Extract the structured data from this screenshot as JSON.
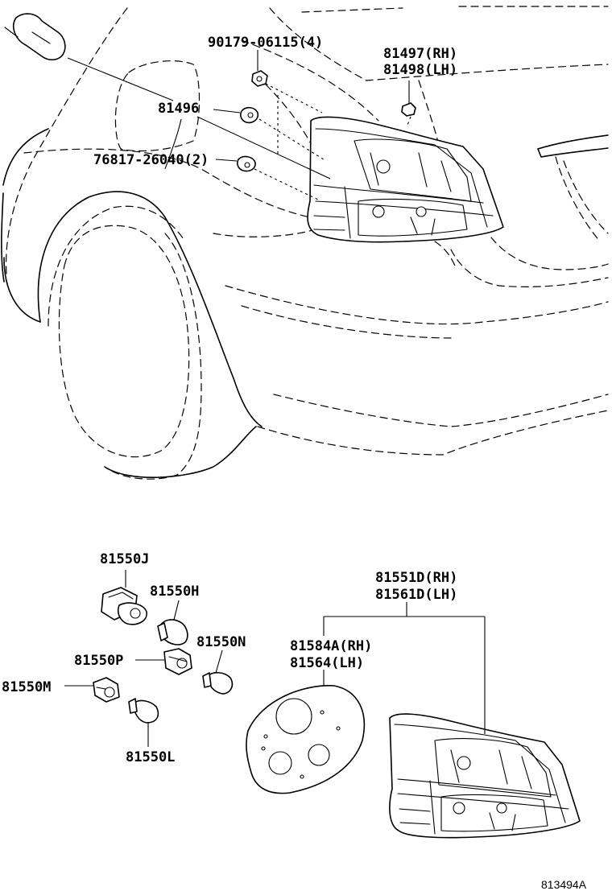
{
  "diagram": {
    "labels": {
      "p90179": "90179-06115(4)",
      "p81497": "81497(RH)",
      "p81498": "81498(LH)",
      "p81496": "81496",
      "p76817": "76817-26040(2)",
      "p81550J": "81550J",
      "p81550H": "81550H",
      "p81550N": "81550N",
      "p81550P": "81550P",
      "p81550M": "81550M",
      "p81550L": "81550L",
      "p81551D": "81551D(RH)",
      "p81561D": "81561D(LH)",
      "p81584A": "81584A(RH)",
      "p81564": "81564(LH)"
    },
    "reference": "813494A"
  }
}
